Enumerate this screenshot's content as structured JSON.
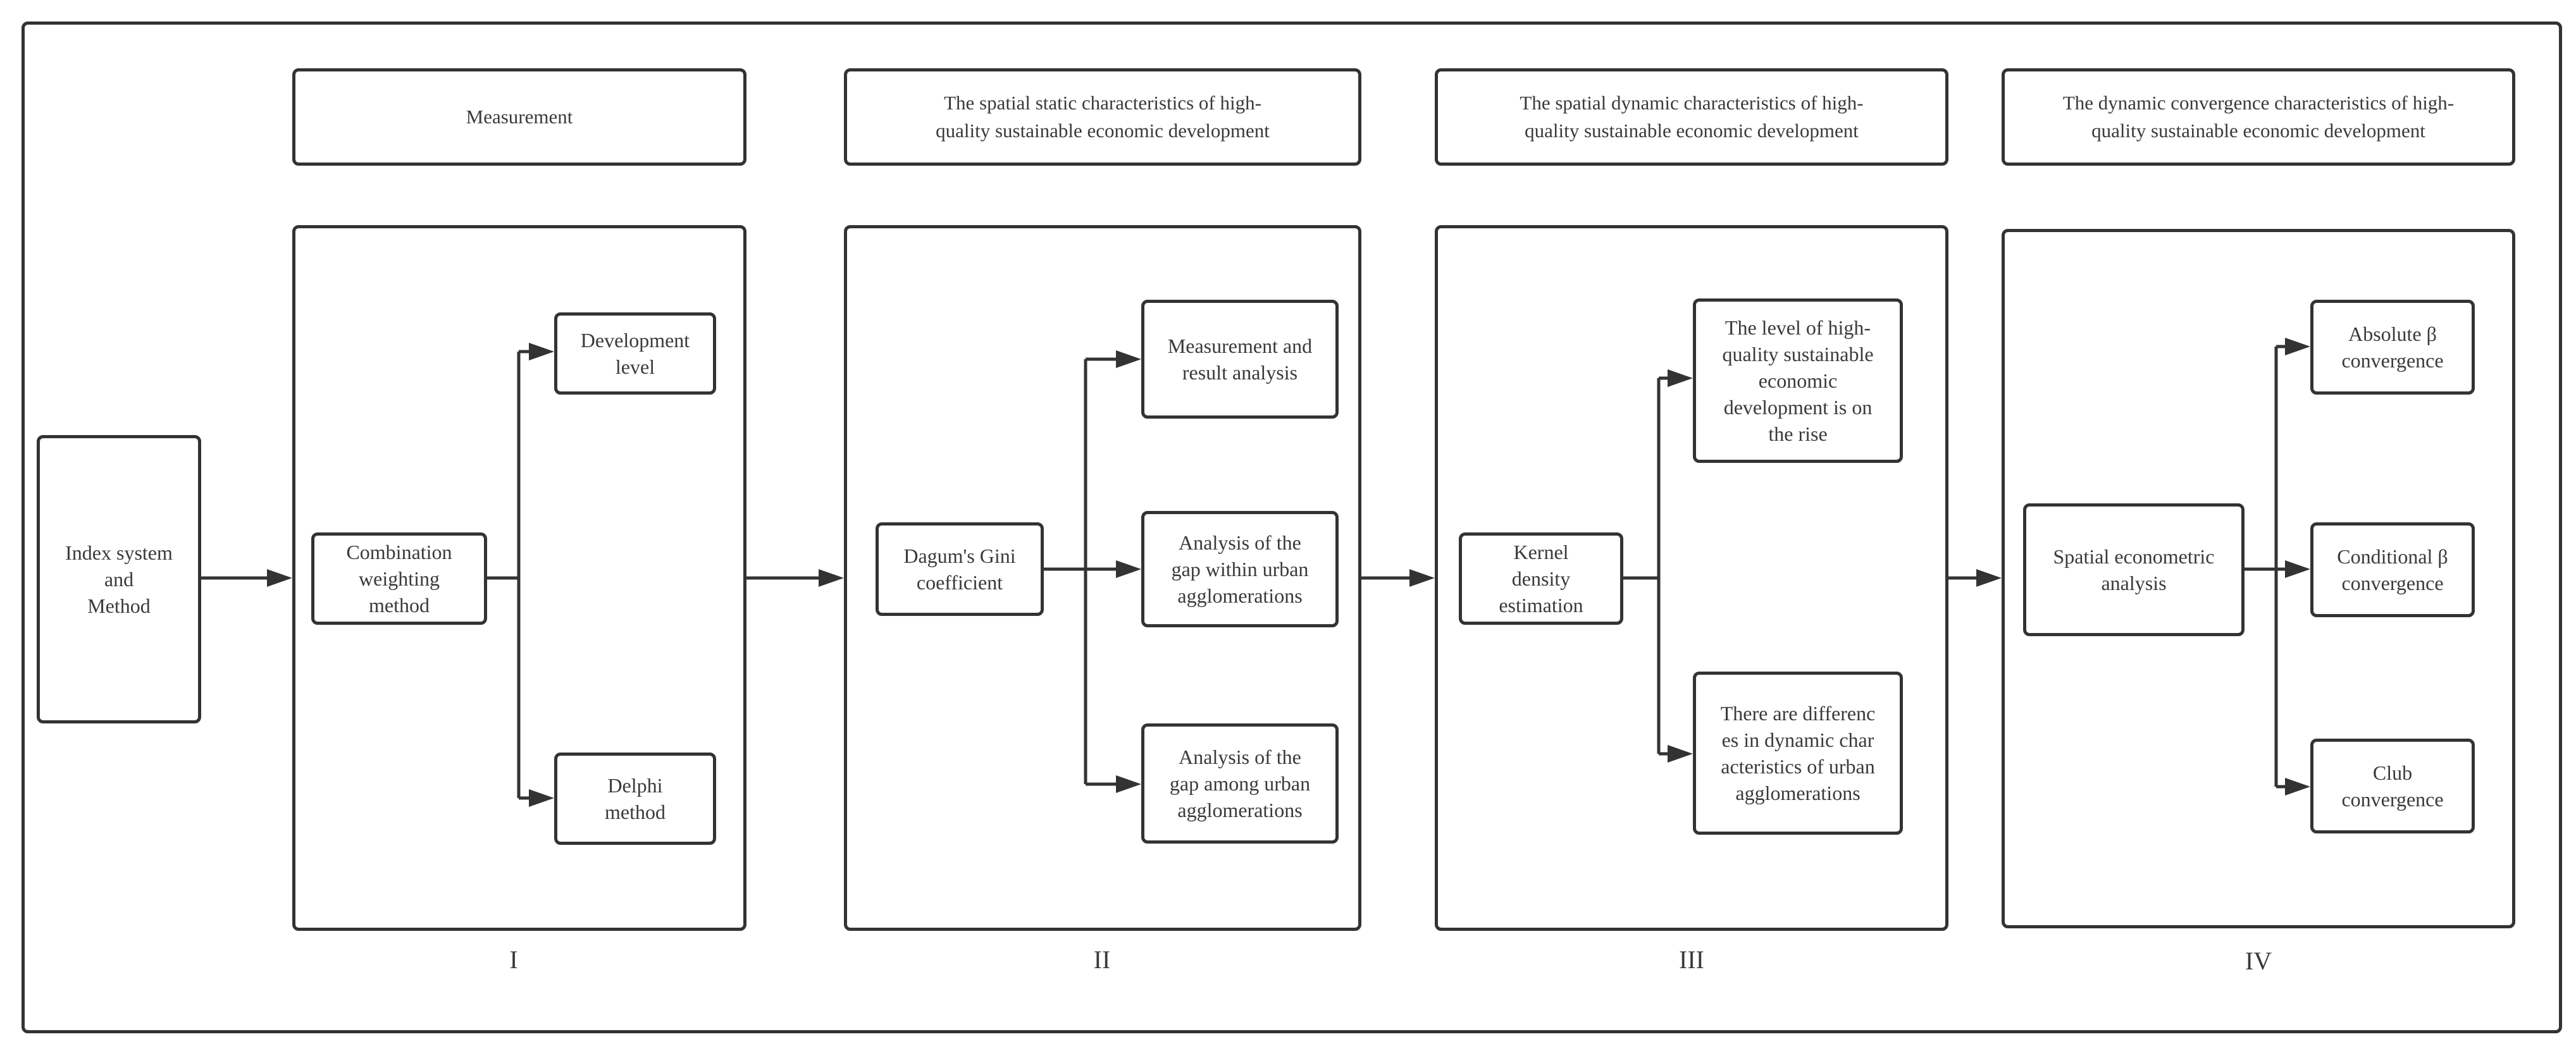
{
  "colors": {
    "stroke": "#333333",
    "text": "#3a3a3a",
    "background": "#ffffff"
  },
  "left": {
    "label": "Index system\nand\nMethod"
  },
  "stages": [
    {
      "header": "Measurement",
      "numeral": "I",
      "source": "Combination\nweighting\nmethod",
      "targets": [
        "Development\nlevel",
        "Delphi\nmethod"
      ]
    },
    {
      "header": "The spatial static characteristics of high-\nquality sustainable economic development",
      "numeral": "II",
      "source": "Dagum's Gini\ncoefficient",
      "targets": [
        "Measurement and\nresult analysis",
        "Analysis of the\ngap within urban\nagglomerations",
        "Analysis of the\ngap among urban\nagglomerations"
      ]
    },
    {
      "header": "The spatial dynamic characteristics of high-\nquality sustainable economic development",
      "numeral": "III",
      "source": "Kernel\ndensity\nestimation",
      "targets": [
        "The level of high-\nquality sustainable\neconomic\ndevelopment is on\nthe rise",
        "There are differenc\nes in dynamic char\nacteristics of urban\nagglomerations"
      ]
    },
    {
      "header": "The dynamic convergence characteristics of high-\nquality sustainable economic development",
      "numeral": "IV",
      "source": "Spatial econometric\nanalysis",
      "targets": [
        "Absolute β\nconvergence",
        "Conditional β\nconvergence",
        "Club\nconvergence"
      ]
    }
  ]
}
